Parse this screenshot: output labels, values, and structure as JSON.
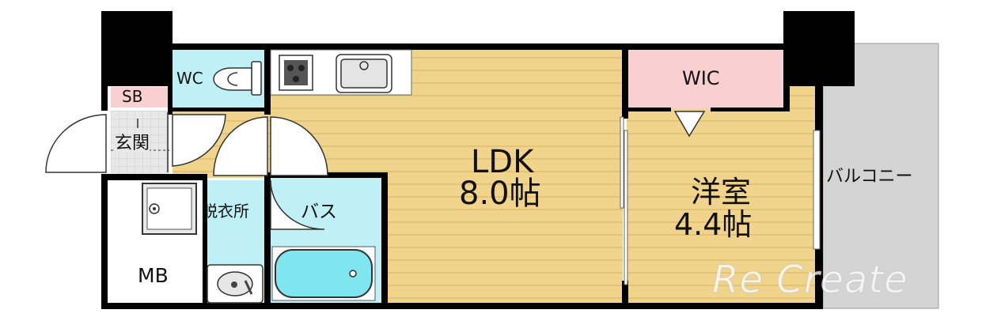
{
  "rooms": {
    "wc": "WC",
    "sb": "SB",
    "genkan": "玄関",
    "datsuijo": "脱衣所",
    "bath": "バス",
    "mb": "MB",
    "ldk_name": "LDK",
    "ldk_size": "8.0帖",
    "wic": "WIC",
    "yoshitsu_name": "洋室",
    "yoshitsu_size": "4.4帖",
    "balcony": "バルコニー"
  },
  "watermark": "Re Create",
  "colors": {
    "wall": "#000000",
    "wood": "#f0d48c",
    "wood_stripe": "#e3c374",
    "wet_area": "#bff0f6",
    "wic": "#f9cfd0",
    "balcony": "#d4d4d4",
    "entrance": "#e6e6e6",
    "mb": "#ffffff"
  }
}
